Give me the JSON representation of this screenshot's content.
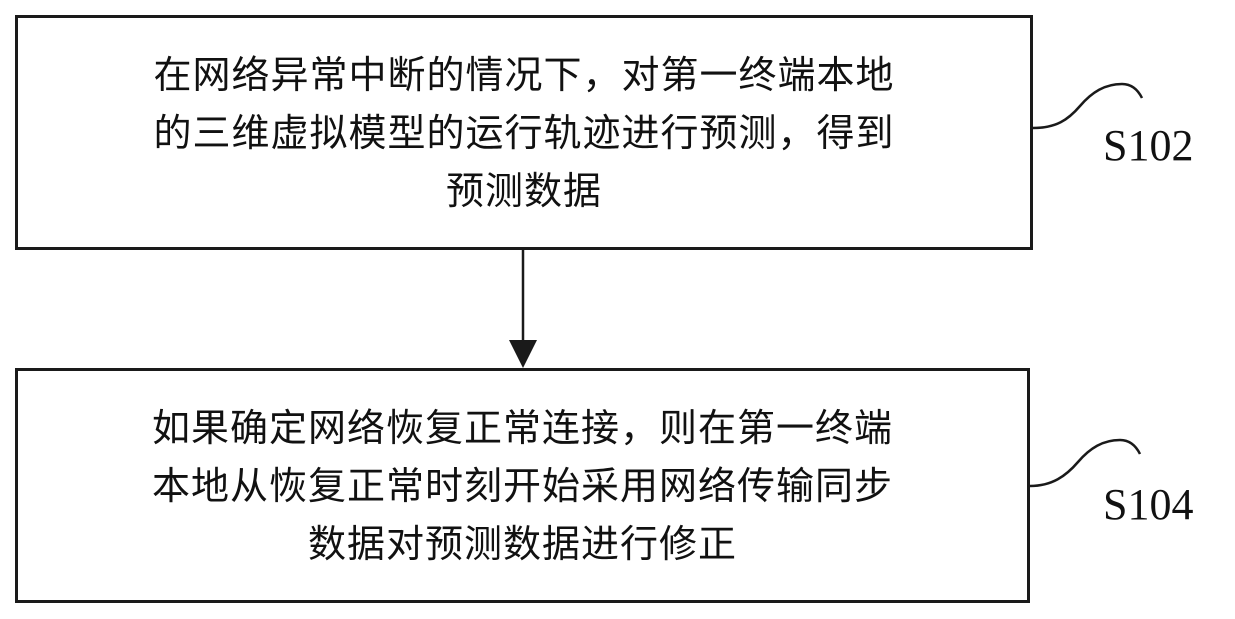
{
  "steps": [
    {
      "id": "S102",
      "lines": [
        "在网络异常中断的情况下，对第一终端本地",
        "的三维虚拟模型的运行轨迹进行预测，得到",
        "预测数据"
      ]
    },
    {
      "id": "S104",
      "lines": [
        "如果确定网络恢复正常连接，则在第一终端",
        "本地从恢复正常时刻开始采用网络传输同步",
        "数据对预测数据进行修正"
      ]
    }
  ],
  "colors": {
    "stroke": "#1a1a1a",
    "text": "#111111",
    "background": "#ffffff"
  }
}
